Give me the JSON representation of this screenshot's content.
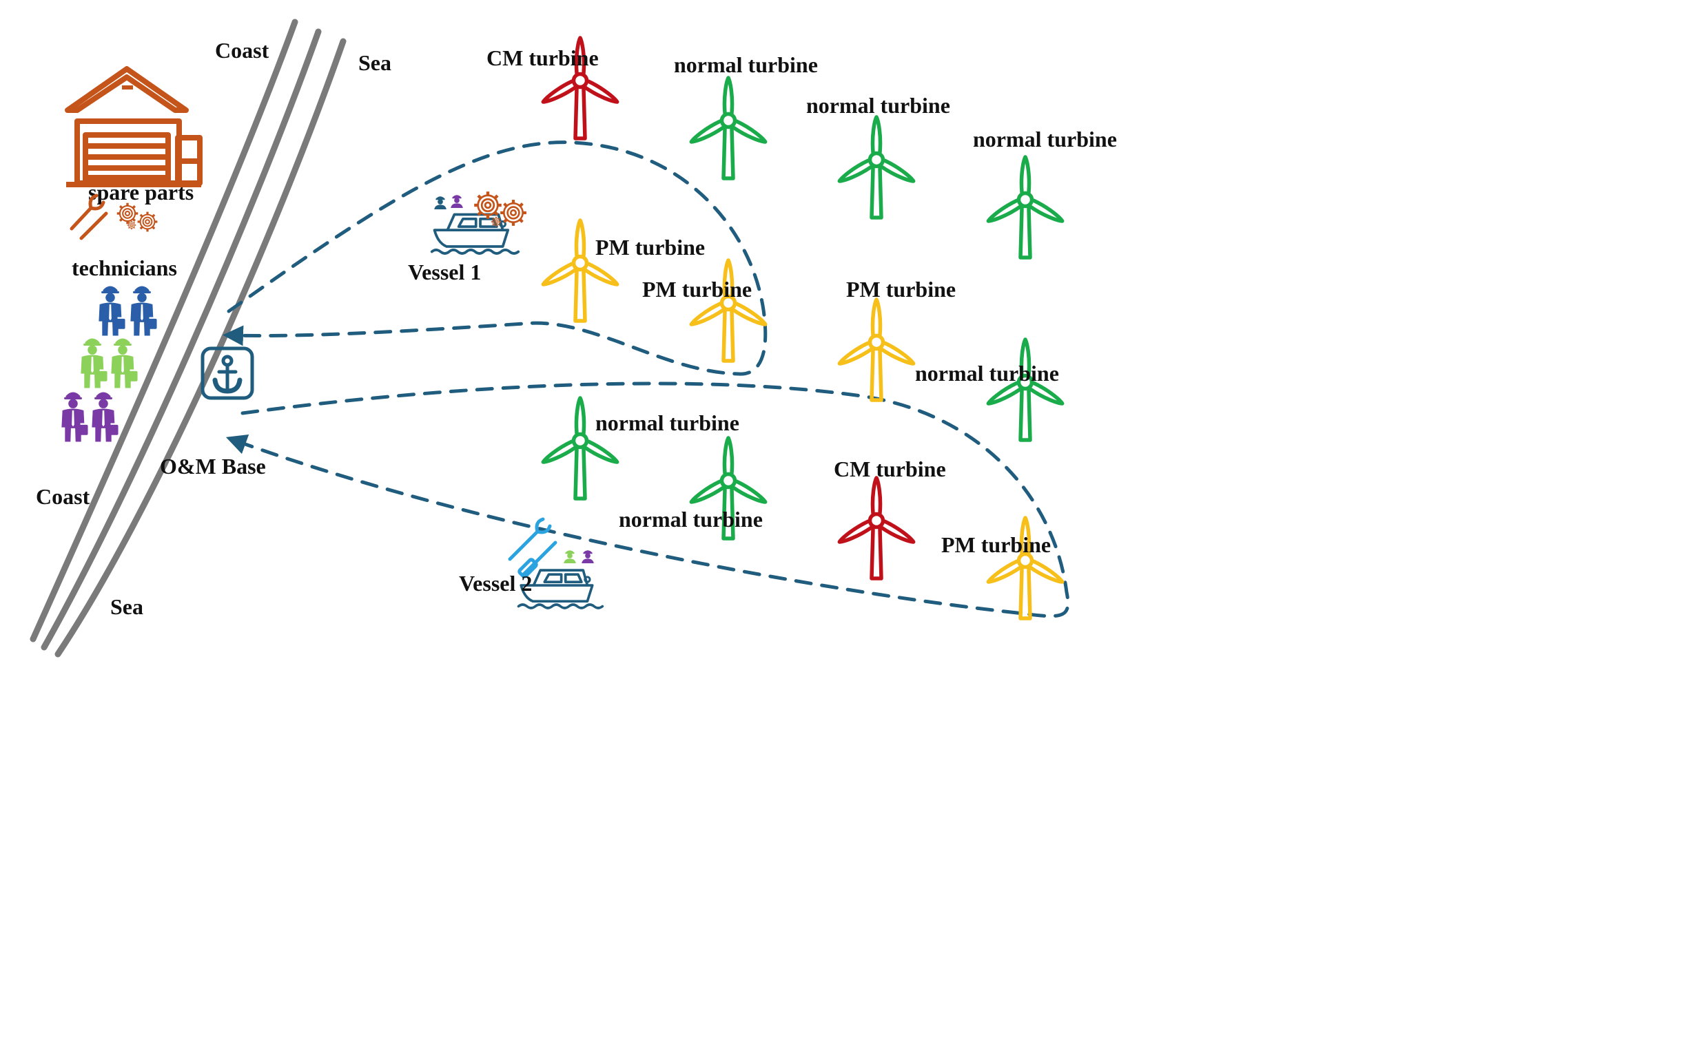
{
  "labels": {
    "coast_top": "Coast",
    "sea_top": "Sea",
    "coast_bottom": "Coast",
    "sea_bottom": "Sea",
    "spare_parts": "spare parts",
    "technicians": "technicians",
    "base": "O&M Base",
    "vessel1": "Vessel 1",
    "vessel2": "Vessel 2"
  },
  "turbines": [
    {
      "id": "t1",
      "label": "CM turbine",
      "status": "CM"
    },
    {
      "id": "t2",
      "label": "normal turbine",
      "status": "normal"
    },
    {
      "id": "t3",
      "label": "normal turbine",
      "status": "normal"
    },
    {
      "id": "t4",
      "label": "normal turbine",
      "status": "normal"
    },
    {
      "id": "t5",
      "label": "PM turbine",
      "status": "PM"
    },
    {
      "id": "t6",
      "label": "PM turbine",
      "status": "PM"
    },
    {
      "id": "t7",
      "label": "PM turbine",
      "status": "PM"
    },
    {
      "id": "t8",
      "label": "normal turbine",
      "status": "normal"
    },
    {
      "id": "t9",
      "label": "normal turbine",
      "status": "normal"
    },
    {
      "id": "t10",
      "label": "normal turbine",
      "status": "normal"
    },
    {
      "id": "t11",
      "label": "CM turbine",
      "status": "CM"
    },
    {
      "id": "t12",
      "label": "PM turbine",
      "status": "PM"
    }
  ],
  "colors": {
    "CM": "#c0111b",
    "normal": "#1aab4a",
    "PM": "#f7bf19",
    "route": "#1f5c7e",
    "warehouse": "#c4541a",
    "coast": "#7a7a7a",
    "tech_blue": "#2a5ea8",
    "tech_green": "#8cd15a",
    "tech_purple": "#7a3aa6",
    "tools_blue": "#2ba3e0"
  },
  "icons": {
    "warehouse": "warehouse-icon",
    "anchor": "anchor-icon",
    "vessel": "boat-icon",
    "gear": "gear-icon",
    "wrench": "wrench-icon",
    "screwdriver": "screwdriver-icon",
    "technician": "technician-icon",
    "turbine": "wind-turbine-icon"
  }
}
